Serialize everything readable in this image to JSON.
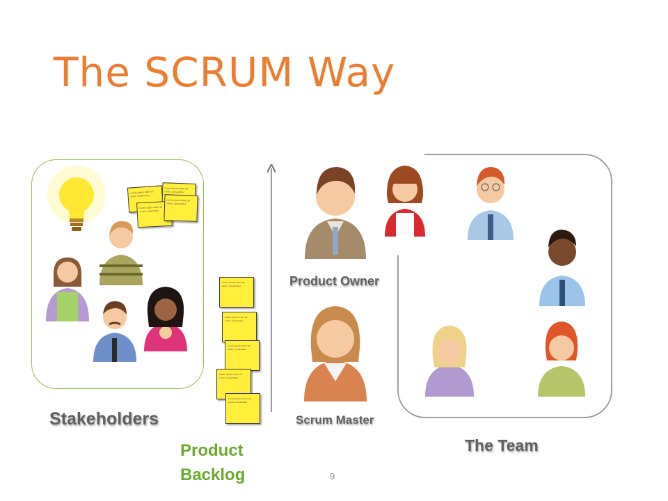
{
  "slide": {
    "title": "The SCRUM Way",
    "page_number": "9",
    "labels": {
      "stakeholders": "Stakeholders",
      "product_owner": "Product Owner",
      "scrum_master": "Scrum Master",
      "the_team": "The Team",
      "product_backlog": "Product Backlog"
    },
    "note_text": "Lorem ipsum dolor sit amet, consectetur",
    "colors": {
      "title": "#ed7d31",
      "stakeholders_frame": "#8bc34a",
      "team_frame": "#9e9e9e",
      "backlog_label": "#6aaa2e",
      "sticky_note": "#ffef3b",
      "arrow": "#7a7a7a"
    },
    "icons": [
      "lightbulb-icon",
      "person-icon",
      "sticky-note-icon",
      "up-arrow-icon"
    ]
  }
}
